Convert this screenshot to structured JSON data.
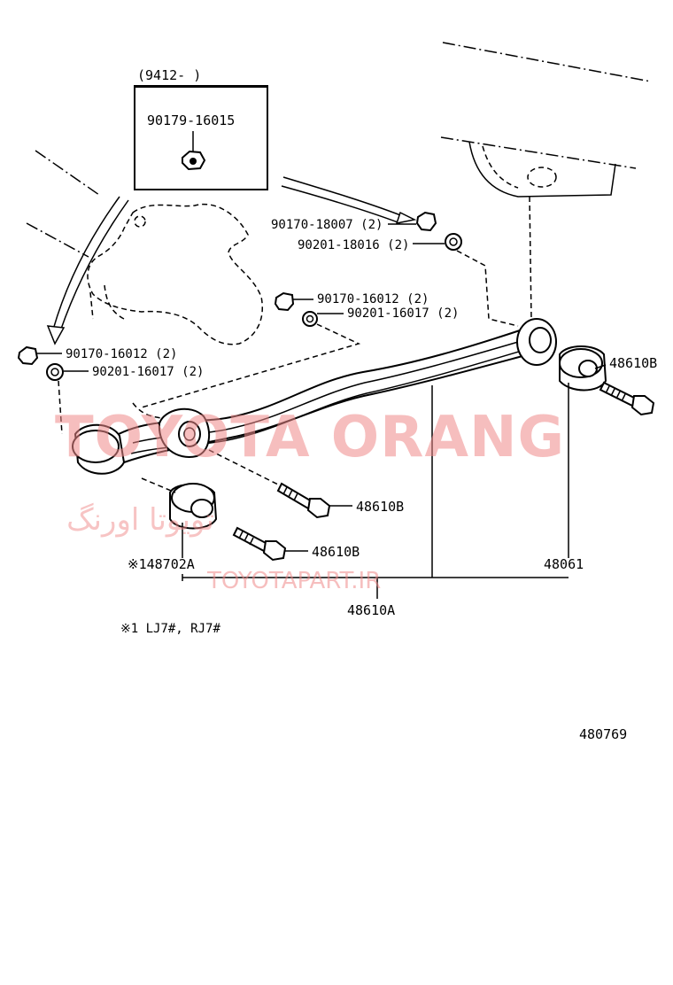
{
  "inset": {
    "date_range": "(9412-     )",
    "part": "90179-16015"
  },
  "callouts": {
    "nut_upper": "90170-18007 (2)",
    "washer_upper": "90201-18016 (2)",
    "nut_mid": "90170-16012 (2)",
    "washer_mid": "90201-16017 (2)",
    "nut_left": "90170-16012 (2)",
    "washer_left": "90201-16017 (2)",
    "bolt_right": "48610B",
    "bolt_center": "48610B",
    "bolt_lower": "48610B",
    "bushing_left": "※148702A",
    "bushing_right": "48061",
    "arm_assembly": "48610A"
  },
  "footnote": "※1 LJ7#, RJ7#",
  "illustration_number": "480769",
  "watermarks": {
    "brand": "TOYOTA ORANG",
    "persian": "تویوتا اورنگ",
    "site": "TOYOTAPART.IR"
  },
  "colors": {
    "line": "#000000",
    "watermark": "#f08a8a",
    "background": "#ffffff"
  }
}
